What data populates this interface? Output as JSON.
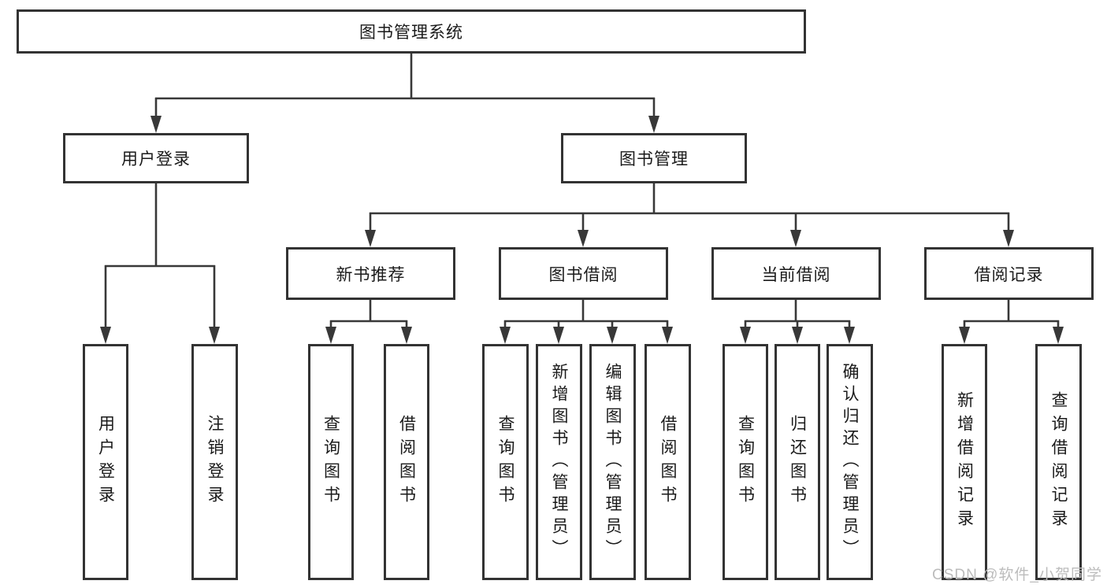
{
  "diagram": {
    "root": {
      "label": "图书管理系统"
    },
    "level2": {
      "user_login": "用户登录",
      "book_management": "图书管理"
    },
    "level3": {
      "new_book": "新书推荐",
      "borrowing": "图书借阅",
      "current": "当前借阅",
      "records": "借阅记录"
    },
    "leaves": {
      "login": [
        "用户登录",
        "注销登录"
      ],
      "new_book": [
        "查询图书",
        "借阅图书"
      ],
      "borrowing": [
        "查询图书",
        "新增图书（管理员）",
        "编辑图书（管理员）",
        "借阅图书"
      ],
      "current": [
        "查询图书",
        "归还图书",
        "确认归还（管理员）"
      ],
      "records": [
        "新增借阅记录",
        "查询借阅记录"
      ]
    }
  },
  "watermark": "CSDN @软件_小贺同学",
  "colors": {
    "line": "#383838",
    "border": "#333333",
    "text": "#1a1a1a",
    "watermark": "#bcbcbc",
    "background": "#ffffff"
  }
}
